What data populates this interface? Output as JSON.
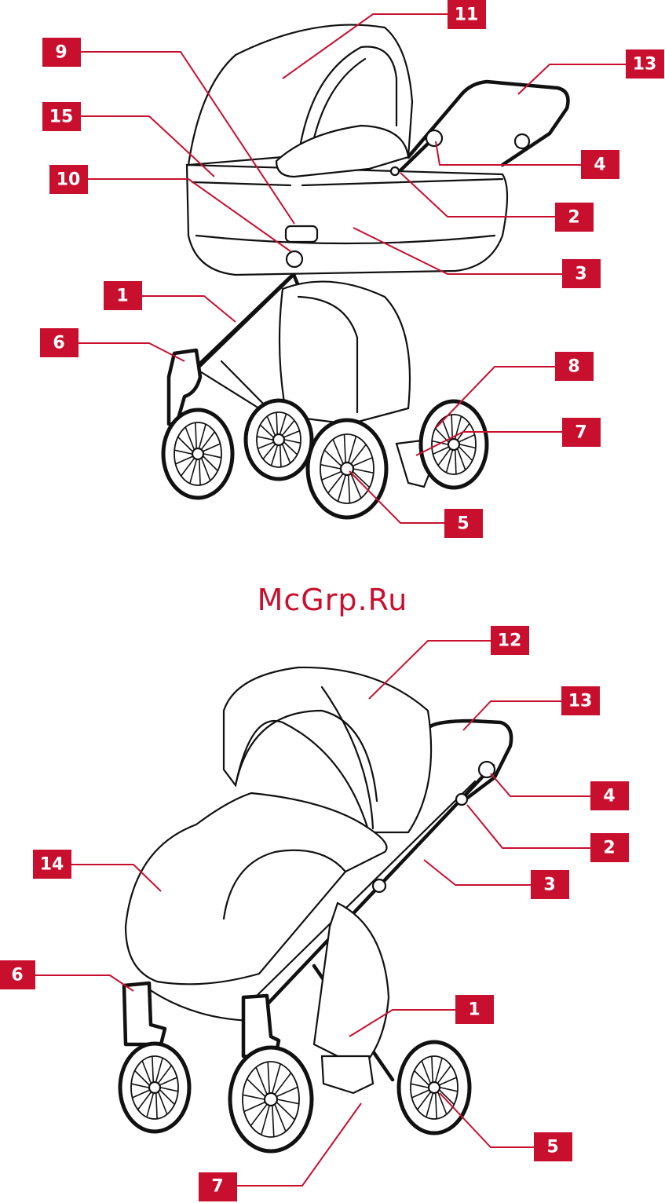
{
  "watermark": "McGrp.Ru",
  "colors": {
    "accent": "#c8102e",
    "line": "#111111",
    "background": "#ffffff"
  },
  "top_labels": [
    "11",
    "9",
    "13",
    "15",
    "10",
    "4",
    "2",
    "3",
    "1",
    "6",
    "8",
    "7",
    "5"
  ],
  "bottom_labels": [
    "12",
    "13",
    "4",
    "2",
    "14",
    "3",
    "6",
    "1",
    "5",
    "7"
  ]
}
